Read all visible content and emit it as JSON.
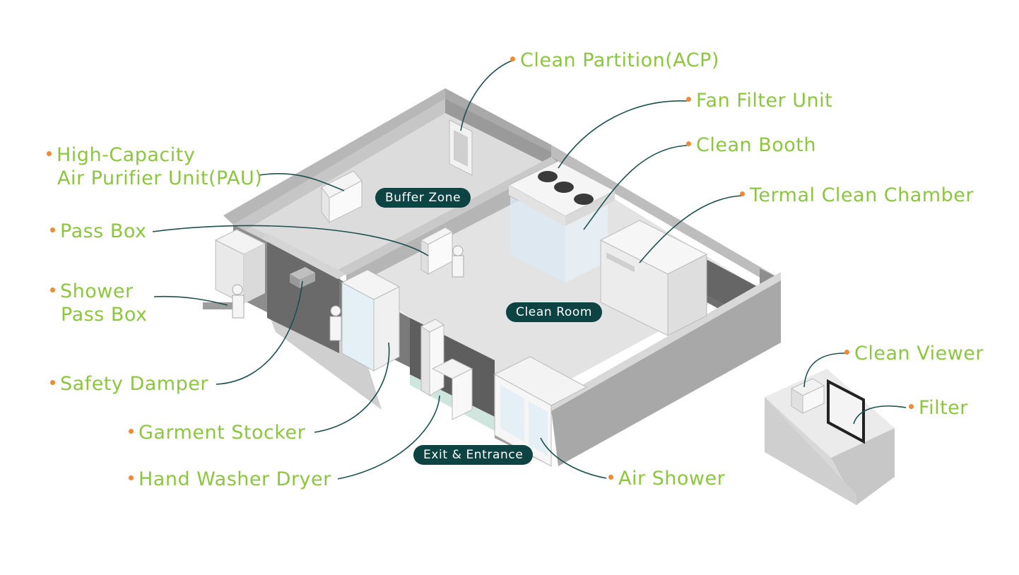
{
  "callouts": {
    "acp": "Clean Partition(ACP)",
    "ffu": "Fan Filter Unit",
    "booth": "Clean Booth",
    "chamber": "Termal Clean Chamber",
    "pau_line1": "High-Capacity",
    "pau_line2": "Air Purifier Unit(PAU)",
    "passbox": "Pass Box",
    "shower_line1": "Shower",
    "shower_line2": "Pass Box",
    "damper": "Safety Damper",
    "garment": "Garment Stocker",
    "handwasher": "Hand Washer Dryer",
    "airshower": "Air Shower",
    "viewer": "Clean Viewer",
    "filter": "Filter"
  },
  "zones": {
    "buffer": "Buffer Zone",
    "cleanroom": "Clean Room",
    "exit": "Exit & Entrance"
  },
  "colors": {
    "label_text": "#8cc63f",
    "label_dot": "#f08a36",
    "zone_badge": "#0d4343",
    "leader_line": "#1e4f4f"
  }
}
